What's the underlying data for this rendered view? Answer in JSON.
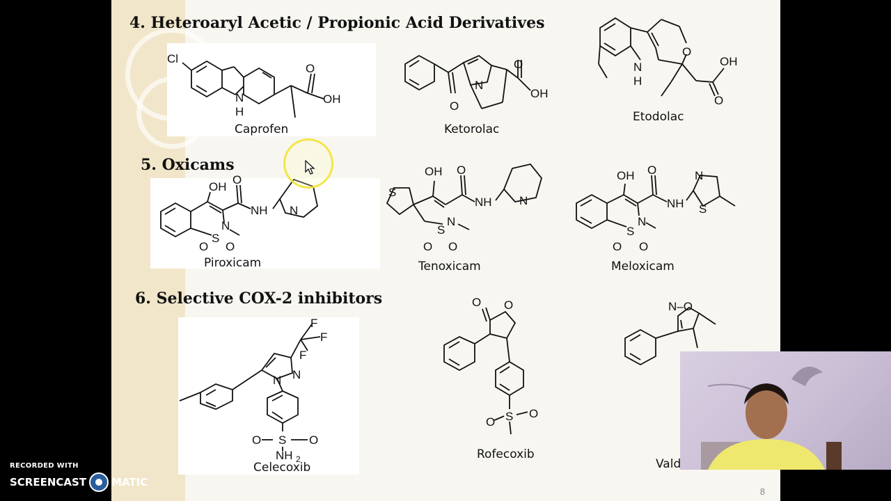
{
  "slide": {
    "section4": "4. Heteroaryl Acetic / Propionic Acid Derivatives",
    "section5": "5. Oxicams",
    "section6": "6. Selective COX-2 inhibitors",
    "page_number": "8",
    "drugs": {
      "caprofen": "Caprofen",
      "ketorolac": "Ketorolac",
      "etodolac": "Etodolac",
      "piroxicam": "Piroxicam",
      "tenoxicam": "Tenoxicam",
      "meloxicam": "Meloxicam",
      "celecoxib": "Celecoxib",
      "rofecoxib": "Rofecoxib",
      "valdecoxib": "Vald"
    },
    "atoms": {
      "cl": "Cl",
      "n": "N",
      "h": "H",
      "o": "O",
      "oh": "OH",
      "s": "S",
      "nh": "NH",
      "f": "F",
      "nh2": "NH",
      "sub2": "2",
      "no": "N–O"
    }
  },
  "overlay": {
    "watermark_top": "RECORDED WITH",
    "watermark_left": "SCREENCAST",
    "watermark_right": "MATIC"
  },
  "colors": {
    "slide_bg": "#f7f6f1",
    "slide_edge": "#f1e6c9",
    "cursor_highlight": "#f3e43c"
  },
  "icons": [
    "cursor-arrow-icon",
    "screencast-o-matic-logo-icon"
  ]
}
